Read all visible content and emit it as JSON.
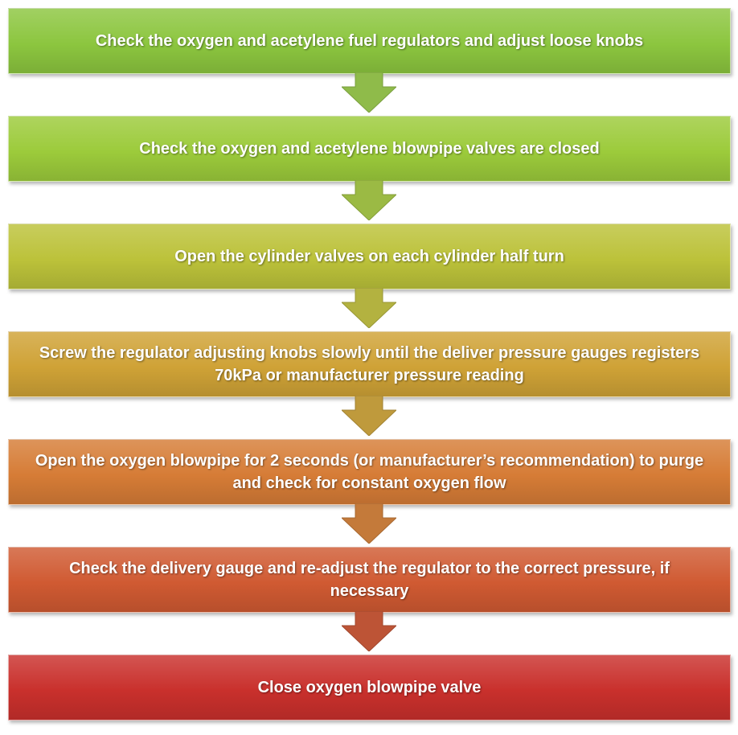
{
  "steps": [
    {
      "text": "Check the oxygen and acetylene fuel regulators and adjust loose knobs",
      "color": "#8cc63f"
    },
    {
      "text": "Check the oxygen and acetylene blowpipe valves are closed",
      "color": "#9ccb3b"
    },
    {
      "text": "Open the cylinder valves on each cylinder half turn",
      "color": "#bcc23a"
    },
    {
      "text": "Screw the regulator adjusting knobs slowly until the deliver pressure gauges registers 70kPa or manufacturer pressure reading",
      "color": "#cfa236"
    },
    {
      "text": "Open the oxygen blowpipe for 2 seconds (or manufacturer’s recommendation) to purge and check for constant oxygen flow",
      "color": "#d67c36"
    },
    {
      "text": "Check the delivery gauge and re-adjust the regulator to the correct pressure, if necessary",
      "color": "#d05a32"
    },
    {
      "text": "Close oxygen blowpipe valve",
      "color": "#c9302c"
    }
  ],
  "arrows": [
    {
      "color": "#8fbb4a"
    },
    {
      "color": "#9bba44"
    },
    {
      "color": "#b3b240"
    },
    {
      "color": "#bf9a3c"
    },
    {
      "color": "#c47a3a"
    },
    {
      "color": "#bd5436"
    }
  ]
}
